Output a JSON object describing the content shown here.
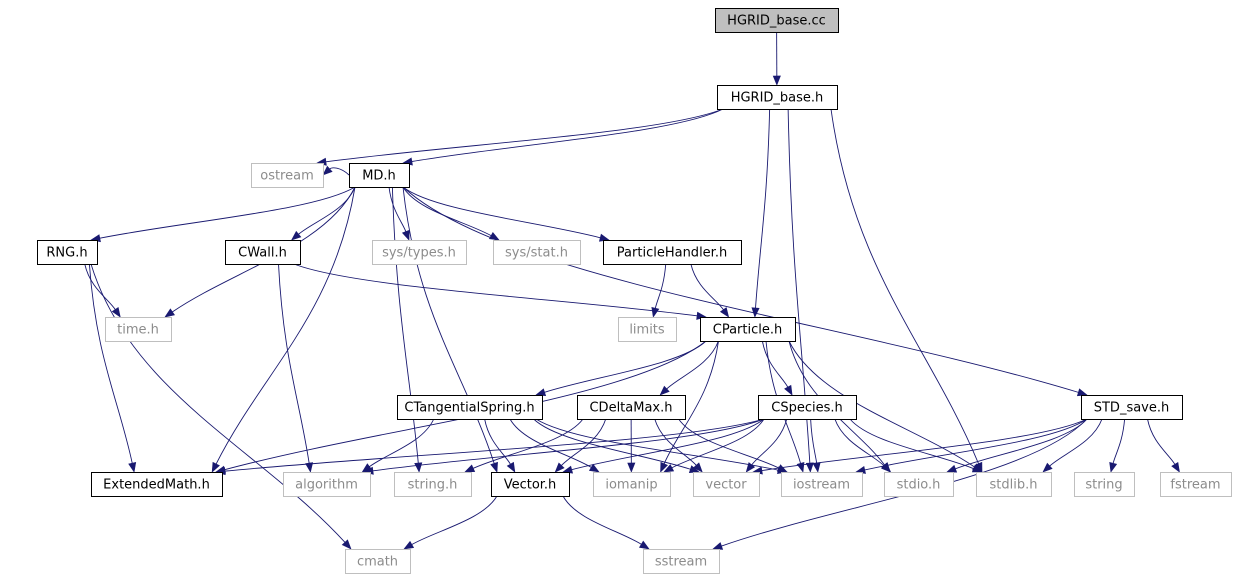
{
  "colors": {
    "edge": "#191970",
    "root_fill": "#bfbfbf",
    "user_border": "#000000",
    "system_border": "#bfbfbf",
    "system_text": "#8c8c8c"
  },
  "nodes": {
    "hgrid_base_cc": {
      "label": "HGRID_base.cc",
      "kind": "root"
    },
    "hgrid_base_h": {
      "label": "HGRID_base.h",
      "kind": "user"
    },
    "ostream": {
      "label": "ostream",
      "kind": "system"
    },
    "md_h": {
      "label": "MD.h",
      "kind": "user"
    },
    "rng_h": {
      "label": "RNG.h",
      "kind": "user"
    },
    "cwall_h": {
      "label": "CWall.h",
      "kind": "user"
    },
    "sys_types_h": {
      "label": "sys/types.h",
      "kind": "system"
    },
    "sys_stat_h": {
      "label": "sys/stat.h",
      "kind": "system"
    },
    "particlehandler_h": {
      "label": "ParticleHandler.h",
      "kind": "user"
    },
    "time_h": {
      "label": "time.h",
      "kind": "system"
    },
    "limits": {
      "label": "limits",
      "kind": "system"
    },
    "cparticle_h": {
      "label": "CParticle.h",
      "kind": "user"
    },
    "ctangentialspring_h": {
      "label": "CTangentialSpring.h",
      "kind": "user"
    },
    "cdeltamax_h": {
      "label": "CDeltaMax.h",
      "kind": "user"
    },
    "cspecies_h": {
      "label": "CSpecies.h",
      "kind": "user"
    },
    "std_save_h": {
      "label": "STD_save.h",
      "kind": "user"
    },
    "extendedmath_h": {
      "label": "ExtendedMath.h",
      "kind": "user"
    },
    "algorithm": {
      "label": "algorithm",
      "kind": "system"
    },
    "string_h": {
      "label": "string.h",
      "kind": "system"
    },
    "vector_h": {
      "label": "Vector.h",
      "kind": "user"
    },
    "iomanip": {
      "label": "iomanip",
      "kind": "system"
    },
    "vector": {
      "label": "vector",
      "kind": "system"
    },
    "iostream": {
      "label": "iostream",
      "kind": "system"
    },
    "stdio_h": {
      "label": "stdio.h",
      "kind": "system"
    },
    "stdlib_h": {
      "label": "stdlib.h",
      "kind": "system"
    },
    "string": {
      "label": "string",
      "kind": "system"
    },
    "fstream": {
      "label": "fstream",
      "kind": "system"
    },
    "cmath": {
      "label": "cmath",
      "kind": "system"
    },
    "sstream": {
      "label": "sstream",
      "kind": "system"
    }
  },
  "edges": [
    [
      "hgrid_base_cc",
      "hgrid_base_h"
    ],
    [
      "hgrid_base_h",
      "ostream"
    ],
    [
      "hgrid_base_h",
      "md_h"
    ],
    [
      "hgrid_base_h",
      "cparticle_h"
    ],
    [
      "hgrid_base_h",
      "iostream"
    ],
    [
      "hgrid_base_h",
      "stdlib_h"
    ],
    [
      "md_h",
      "ostream"
    ],
    [
      "md_h",
      "rng_h"
    ],
    [
      "md_h",
      "cwall_h"
    ],
    [
      "md_h",
      "sys_types_h"
    ],
    [
      "md_h",
      "sys_stat_h"
    ],
    [
      "md_h",
      "particlehandler_h"
    ],
    [
      "md_h",
      "time_h"
    ],
    [
      "md_h",
      "extendedmath_h"
    ],
    [
      "md_h",
      "string_h"
    ],
    [
      "md_h",
      "vector_h"
    ],
    [
      "md_h",
      "std_save_h"
    ],
    [
      "rng_h",
      "time_h"
    ],
    [
      "rng_h",
      "extendedmath_h"
    ],
    [
      "rng_h",
      "cmath"
    ],
    [
      "cwall_h",
      "cparticle_h"
    ],
    [
      "cwall_h",
      "algorithm"
    ],
    [
      "particlehandler_h",
      "limits"
    ],
    [
      "particlehandler_h",
      "cparticle_h"
    ],
    [
      "cparticle_h",
      "extendedmath_h"
    ],
    [
      "cparticle_h",
      "ctangentialspring_h"
    ],
    [
      "cparticle_h",
      "cdeltamax_h"
    ],
    [
      "cparticle_h",
      "cspecies_h"
    ],
    [
      "cparticle_h",
      "iomanip"
    ],
    [
      "cparticle_h",
      "iostream"
    ],
    [
      "cparticle_h",
      "stdio_h"
    ],
    [
      "cparticle_h",
      "stdlib_h"
    ],
    [
      "ctangentialspring_h",
      "algorithm"
    ],
    [
      "ctangentialspring_h",
      "vector_h"
    ],
    [
      "ctangentialspring_h",
      "iomanip"
    ],
    [
      "ctangentialspring_h",
      "vector"
    ],
    [
      "ctangentialspring_h",
      "iostream"
    ],
    [
      "cdeltamax_h",
      "string_h"
    ],
    [
      "cdeltamax_h",
      "vector_h"
    ],
    [
      "cdeltamax_h",
      "iomanip"
    ],
    [
      "cdeltamax_h",
      "vector"
    ],
    [
      "cdeltamax_h",
      "iostream"
    ],
    [
      "cspecies_h",
      "extendedmath_h"
    ],
    [
      "cspecies_h",
      "algorithm"
    ],
    [
      "cspecies_h",
      "vector_h"
    ],
    [
      "cspecies_h",
      "iomanip"
    ],
    [
      "cspecies_h",
      "vector"
    ],
    [
      "cspecies_h",
      "iostream"
    ],
    [
      "cspecies_h",
      "stdio_h"
    ],
    [
      "cspecies_h",
      "stdlib_h"
    ],
    [
      "std_save_h",
      "vector"
    ],
    [
      "std_save_h",
      "iostream"
    ],
    [
      "std_save_h",
      "stdio_h"
    ],
    [
      "std_save_h",
      "stdlib_h"
    ],
    [
      "std_save_h",
      "string"
    ],
    [
      "std_save_h",
      "fstream"
    ],
    [
      "std_save_h",
      "sstream"
    ],
    [
      "vector_h",
      "cmath"
    ],
    [
      "vector_h",
      "sstream"
    ]
  ]
}
